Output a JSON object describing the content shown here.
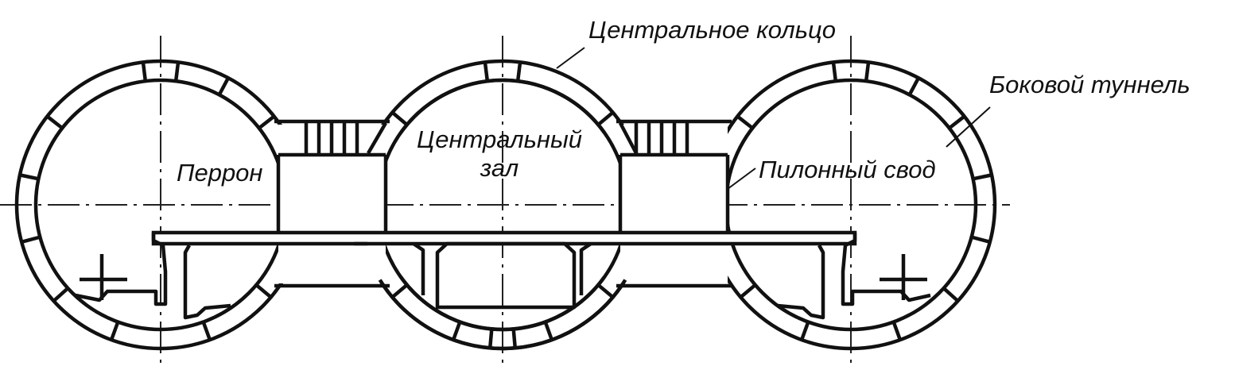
{
  "diagram": {
    "labels": {
      "central_ring": "Центральное кольцо",
      "side_tunnel": "Боковой туннель",
      "central_hall_line1": "Центральный",
      "central_hall_line2": "зал",
      "platform": "Перрон",
      "pylon_vault": "Пилонный свод"
    },
    "colors": {
      "line": "#111111",
      "background": "#ffffff"
    }
  }
}
